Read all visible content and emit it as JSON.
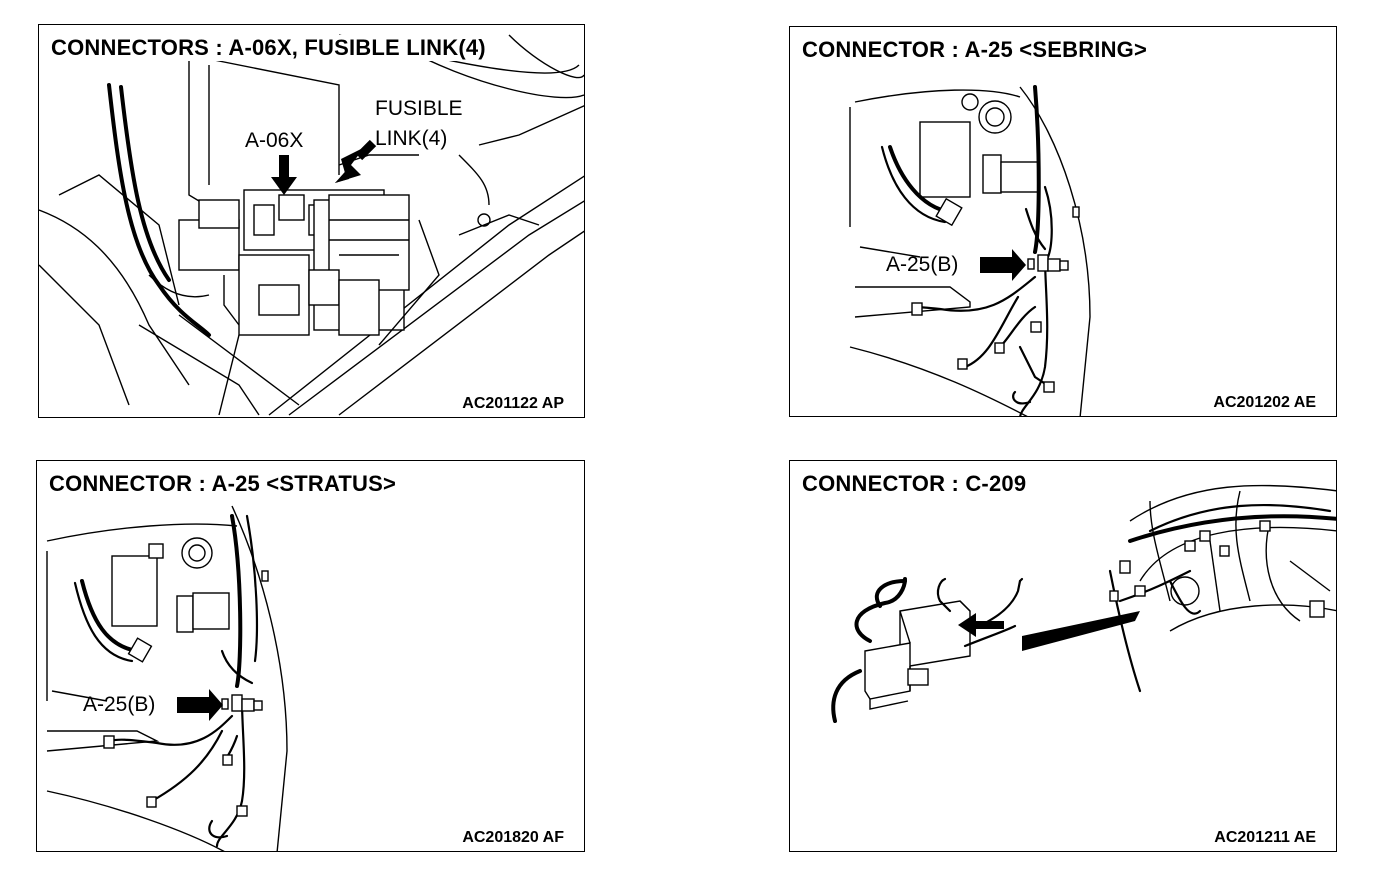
{
  "panels": [
    {
      "title": "CONNECTORS : A-06X, FUSIBLE LINK(4)",
      "code": "AC201122 AP",
      "labels": {
        "connector": "A-06X",
        "fusible_line1": "FUSIBLE",
        "fusible_line2": "LINK(4)"
      }
    },
    {
      "title": "CONNECTOR : A-25 <SEBRING>",
      "code": "AC201202 AE",
      "labels": {
        "connector": "A-25(B)"
      }
    },
    {
      "title": "CONNECTOR : A-25 <STRATUS>",
      "code": "AC201820 AF",
      "labels": {
        "connector": "A-25(B)"
      }
    },
    {
      "title": "CONNECTOR : C-209",
      "code": "AC201211 AE",
      "labels": {}
    }
  ]
}
